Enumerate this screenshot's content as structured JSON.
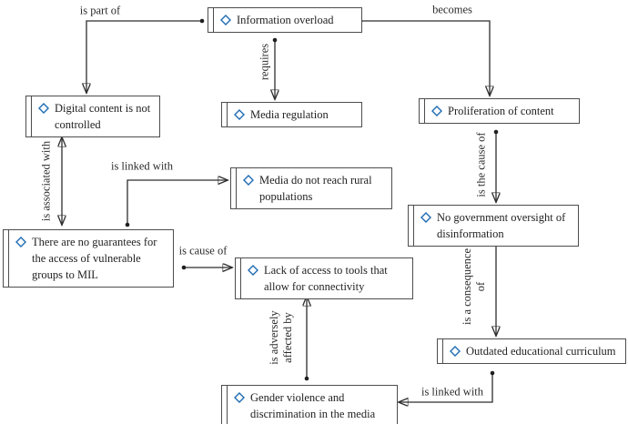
{
  "diagram": {
    "accent_color": "#1d6bb3",
    "line_color": "#2e2e2e",
    "nodes": [
      {
        "id": "information-overload",
        "label": "Information overload"
      },
      {
        "id": "digital-content-not-controlled",
        "label": "Digital content is not controlled"
      },
      {
        "id": "media-regulation",
        "label": "Media regulation"
      },
      {
        "id": "proliferation-of-content",
        "label": "Proliferation of content"
      },
      {
        "id": "media-do-not-reach-rural",
        "label": "Media do not reach rural populations"
      },
      {
        "id": "no-government-oversight",
        "label": "No government oversight of disinformation"
      },
      {
        "id": "no-guarantees-vulnerable-mil",
        "label": "There are no guarantees for the access of vulnerable groups to MIL"
      },
      {
        "id": "lack-of-access-to-tools",
        "label": "Lack of access to tools that allow for connectivity"
      },
      {
        "id": "outdated-educational-curriculum",
        "label": "Outdated educational curriculum"
      },
      {
        "id": "gender-violence-discrimination",
        "label": "Gender violence and discrimination in the media"
      }
    ],
    "edges": [
      {
        "label": "is part of",
        "from": "information-overload",
        "to": "digital-content-not-controlled"
      },
      {
        "label": "becomes",
        "from": "information-overload",
        "to": "proliferation-of-content"
      },
      {
        "label": "requires",
        "from": "information-overload",
        "to": "media-regulation"
      },
      {
        "label": "is the cause of",
        "from": "proliferation-of-content",
        "to": "no-government-oversight"
      },
      {
        "label": "is associated with",
        "from": "digital-content-not-controlled",
        "to": "no-guarantees-vulnerable-mil",
        "bidirectional": true
      },
      {
        "label": "is linked with",
        "from": "no-guarantees-vulnerable-mil",
        "to": "media-do-not-reach-rural"
      },
      {
        "label": "is cause of",
        "from": "no-guarantees-vulnerable-mil",
        "to": "lack-of-access-to-tools"
      },
      {
        "label": "is a consequence of",
        "from": "no-government-oversight",
        "to": "outdated-educational-curriculum"
      },
      {
        "label": "is adversely affected by",
        "from": "gender-violence-discrimination",
        "to": "lack-of-access-to-tools"
      },
      {
        "label": "is linked with",
        "from": "outdated-educational-curriculum",
        "to": "gender-violence-discrimination"
      }
    ]
  }
}
